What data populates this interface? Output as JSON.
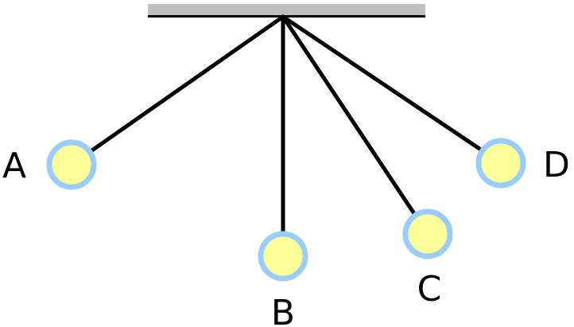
{
  "labels": {
    "a": "A",
    "b": "B",
    "c": "C",
    "d": "D"
  },
  "colors": {
    "ceiling": "#c0c0c0",
    "string": "#000000",
    "bob_fill": "#ffff99",
    "bob_stroke": "#99ccff"
  }
}
